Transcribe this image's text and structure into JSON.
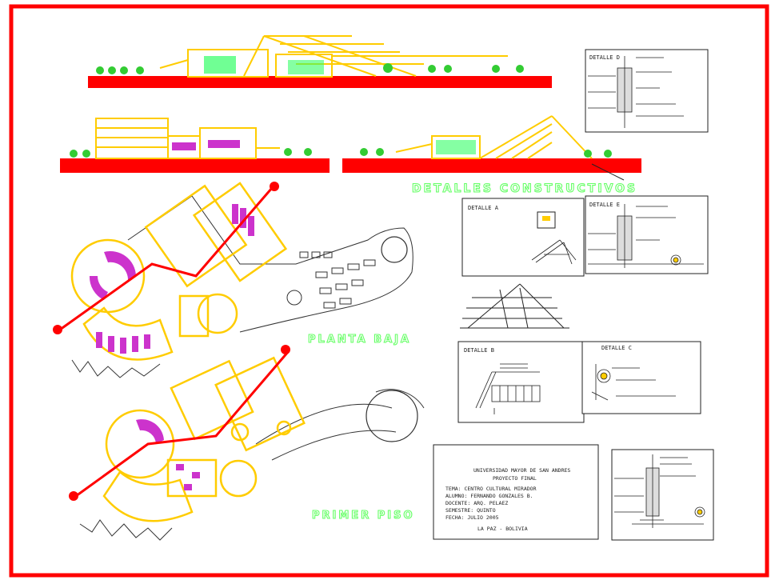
{
  "labels": {
    "detalles": "DETALLES CONSTRUCTIVOS",
    "planta_baja": "PLANTA BAJA",
    "primer_piso": "PRIMER PISO"
  },
  "details": {
    "d": "DETALLE D",
    "e": "DETALLE E",
    "a": "DETALLE A",
    "b": "DETALLE B",
    "c": "DETALLE C"
  },
  "title_block": {
    "university": "UNIVERSIDAD MAYOR DE SAN ANDRES",
    "project": "PROYECTO FINAL",
    "tema": "TEMA: CENTRO CULTURAL MIRADOR",
    "alumno": "ALUMNO: FERNANDO GONZALES B.",
    "docente": "DOCENTE: ARQ. PELAEZ",
    "semestre": "SEMESTRE: QUINTO",
    "fecha": "FECHA: JULIO 2005",
    "city": "LA PAZ - BOLIVIA"
  },
  "colors": {
    "frame": "#ff0000",
    "plan": "#ffcc00",
    "accent_green": "#66ff66",
    "ground": "#ff0000",
    "tree": "#33cc33",
    "furniture": "#cc33cc"
  }
}
